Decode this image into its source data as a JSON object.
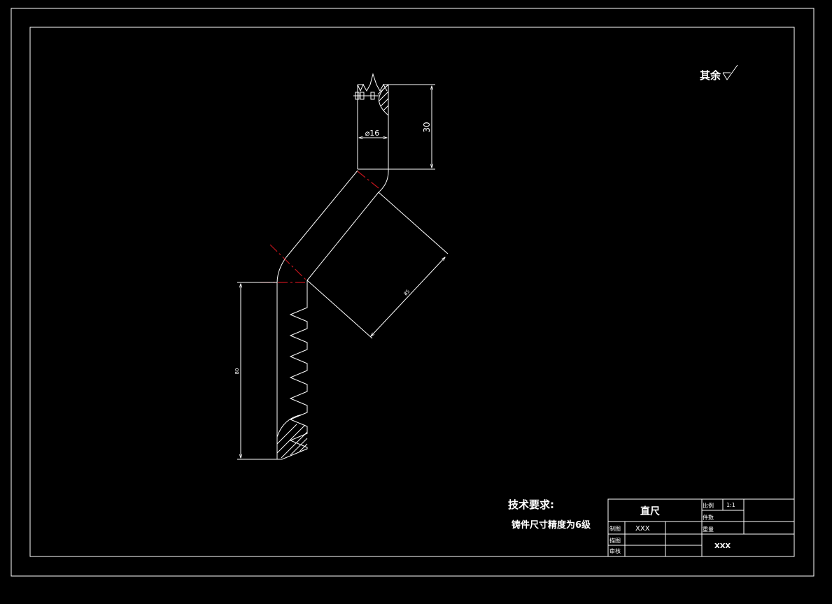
{
  "surface_finish_note": "其余",
  "dimensions": {
    "diameter": "⌀16",
    "shank_length": "30",
    "diagonal_length": "85",
    "rack_length": "80"
  },
  "tech_requirements": {
    "title": "技术要求:",
    "line1": "铸件尺寸精度为6级"
  },
  "title_block": {
    "part_name": "直尺",
    "scale_label": "比例",
    "scale_value": "1:1",
    "material_label": "件数",
    "designer_label": "制图",
    "designer_value": "XXX",
    "drafter_label": "描图",
    "checker_label": "审核",
    "weight_label": "重量",
    "company": "XXX"
  },
  "colors": {
    "background": "#000000",
    "lines": "#ffffff",
    "center_lines": "#c0141c"
  }
}
